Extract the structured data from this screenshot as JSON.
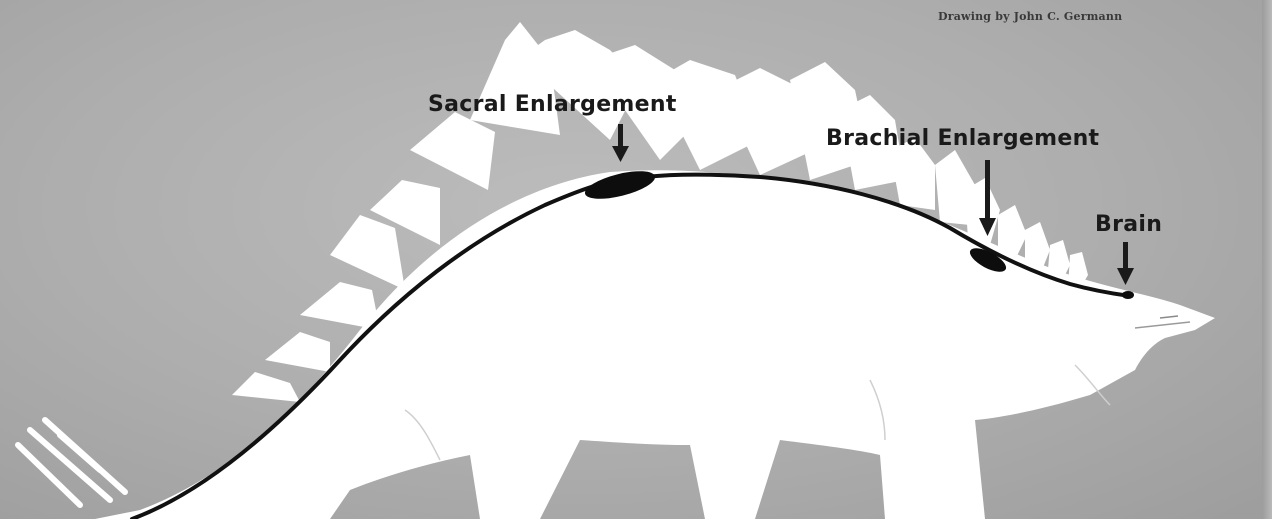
{
  "credit": "Drawing by John C. Germann",
  "labels": {
    "sacral": "Sacral Enlargement",
    "brachial": "Brachial Enlargement",
    "brain": "Brain"
  },
  "colors": {
    "background": "#b0b0b0",
    "silhouette": "#ffffff",
    "nerve_cord": "#111111"
  },
  "icons": {
    "sacral_pointer": "down-arrow",
    "brachial_pointer": "down-arrow",
    "brain_pointer": "down-arrow"
  }
}
